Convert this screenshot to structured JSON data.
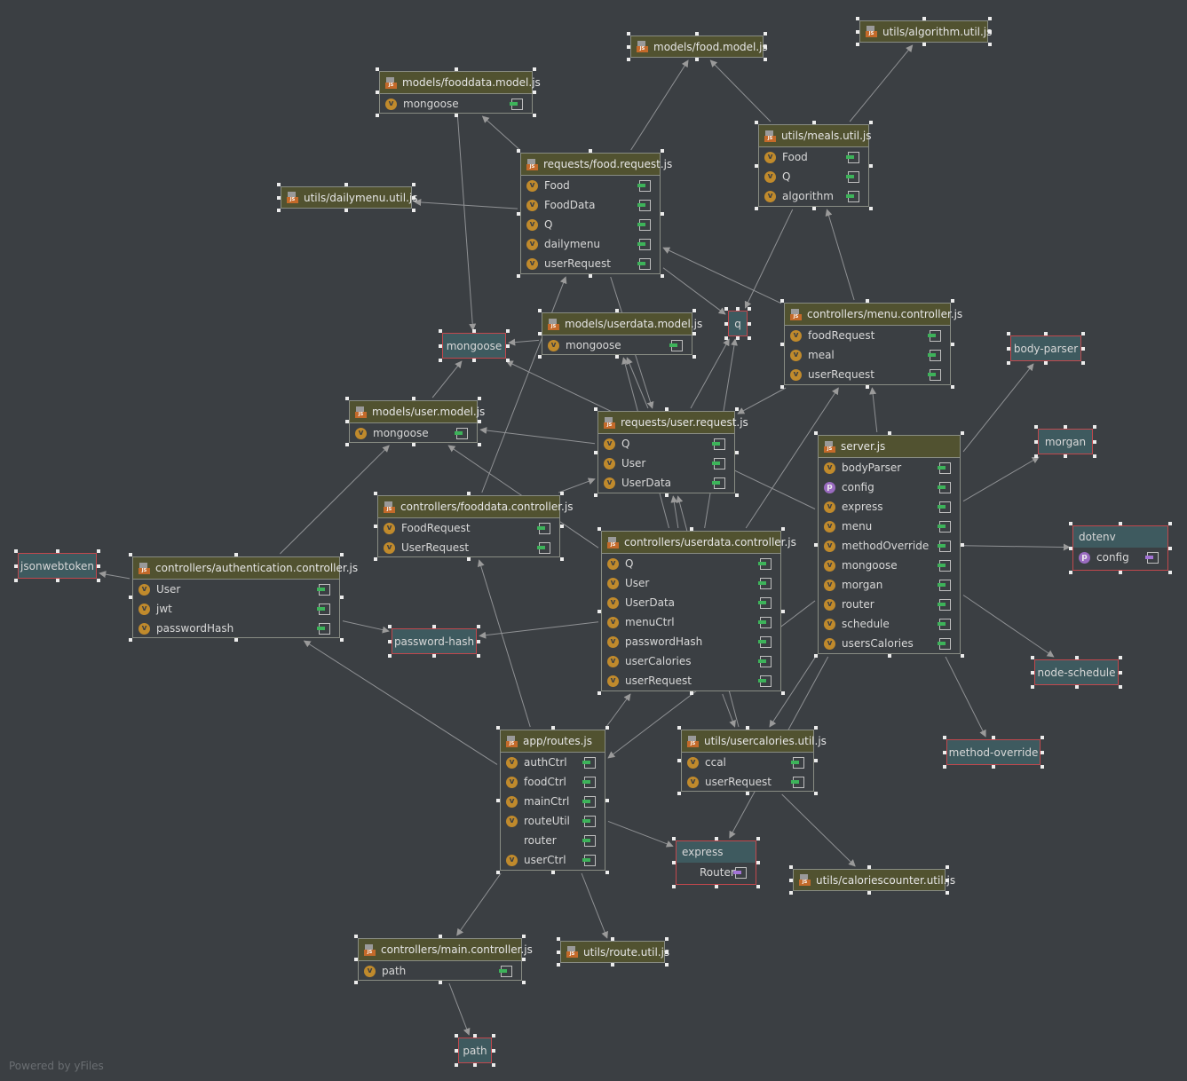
{
  "file_nodes": [
    {
      "id": "models-food-model",
      "title": "models/food.model.js",
      "members": []
    },
    {
      "id": "utils-algorithm-util",
      "title": "utils/algorithm.util.js",
      "members": []
    },
    {
      "id": "models-fooddata-model",
      "title": "models/fooddata.model.js",
      "members": [
        {
          "label": "mongoose",
          "badge": "v"
        }
      ]
    },
    {
      "id": "utils-meals-util",
      "title": "utils/meals.util.js",
      "members": [
        {
          "label": "Food",
          "badge": "v"
        },
        {
          "label": "Q",
          "badge": "v"
        },
        {
          "label": "algorithm",
          "badge": "v"
        }
      ]
    },
    {
      "id": "requests-food-request",
      "title": "requests/food.request.js",
      "members": [
        {
          "label": "Food",
          "badge": "v"
        },
        {
          "label": "FoodData",
          "badge": "v"
        },
        {
          "label": "Q",
          "badge": "v"
        },
        {
          "label": "dailymenu",
          "badge": "v"
        },
        {
          "label": "userRequest",
          "badge": "v"
        }
      ]
    },
    {
      "id": "utils-dailymenu-util",
      "title": "utils/dailymenu.util.js",
      "members": []
    },
    {
      "id": "models-userdata-model",
      "title": "models/userdata.model.js",
      "members": [
        {
          "label": "mongoose",
          "badge": "v"
        }
      ]
    },
    {
      "id": "controllers-menu-controller",
      "title": "controllers/menu.controller.js",
      "members": [
        {
          "label": "foodRequest",
          "badge": "v"
        },
        {
          "label": "meal",
          "badge": "v"
        },
        {
          "label": "userRequest",
          "badge": "v"
        }
      ]
    },
    {
      "id": "models-user-model",
      "title": "models/user.model.js",
      "members": [
        {
          "label": "mongoose",
          "badge": "v"
        }
      ]
    },
    {
      "id": "requests-user-request",
      "title": "requests/user.request.js",
      "members": [
        {
          "label": "Q",
          "badge": "v"
        },
        {
          "label": "User",
          "badge": "v"
        },
        {
          "label": "UserData",
          "badge": "v"
        }
      ]
    },
    {
      "id": "server",
      "title": "server.js",
      "members": [
        {
          "label": "bodyParser",
          "badge": "v"
        },
        {
          "label": "config",
          "badge": "p"
        },
        {
          "label": "express",
          "badge": "v"
        },
        {
          "label": "menu",
          "badge": "v"
        },
        {
          "label": "methodOverride",
          "badge": "v"
        },
        {
          "label": "mongoose",
          "badge": "v"
        },
        {
          "label": "morgan",
          "badge": "v"
        },
        {
          "label": "router",
          "badge": "v"
        },
        {
          "label": "schedule",
          "badge": "v"
        },
        {
          "label": "usersCalories",
          "badge": "v"
        }
      ]
    },
    {
      "id": "controllers-fooddata-controller",
      "title": "controllers/fooddata.controller.js",
      "members": [
        {
          "label": "FoodRequest",
          "badge": "v"
        },
        {
          "label": "UserRequest",
          "badge": "v"
        }
      ]
    },
    {
      "id": "controllers-userdata-controller",
      "title": "controllers/userdata.controller.js",
      "members": [
        {
          "label": "Q",
          "badge": "v"
        },
        {
          "label": "User",
          "badge": "v"
        },
        {
          "label": "UserData",
          "badge": "v"
        },
        {
          "label": "menuCtrl",
          "badge": "v"
        },
        {
          "label": "passwordHash",
          "badge": "v"
        },
        {
          "label": "userCalories",
          "badge": "v"
        },
        {
          "label": "userRequest",
          "badge": "v"
        }
      ]
    },
    {
      "id": "controllers-authentication-controller",
      "title": "controllers/authentication.controller.js",
      "members": [
        {
          "label": "User",
          "badge": "v"
        },
        {
          "label": "jwt",
          "badge": "v"
        },
        {
          "label": "passwordHash",
          "badge": "v"
        }
      ]
    },
    {
      "id": "app-routes",
      "title": "app/routes.js",
      "members": [
        {
          "label": "authCtrl",
          "badge": "v"
        },
        {
          "label": "foodCtrl",
          "badge": "v"
        },
        {
          "label": "mainCtrl",
          "badge": "v"
        },
        {
          "label": "routeUtil",
          "badge": "v"
        },
        {
          "label": "router",
          "badge": "none"
        },
        {
          "label": "userCtrl",
          "badge": "v"
        }
      ]
    },
    {
      "id": "utils-usercalories-util",
      "title": "utils/usercalories.util.js",
      "members": [
        {
          "label": "ccal",
          "badge": "v"
        },
        {
          "label": "userRequest",
          "badge": "v"
        }
      ]
    },
    {
      "id": "utils-caloriescounter-util",
      "title": "utils/caloriescounter.util.js",
      "members": []
    },
    {
      "id": "controllers-main-controller",
      "title": "controllers/main.controller.js",
      "members": [
        {
          "label": "path",
          "badge": "v"
        }
      ]
    },
    {
      "id": "utils-route-util",
      "title": "utils/route.util.js",
      "members": []
    }
  ],
  "module_nodes": [
    {
      "id": "mongoose",
      "title": "mongoose",
      "members": []
    },
    {
      "id": "q",
      "title": "q",
      "members": []
    },
    {
      "id": "body-parser",
      "title": "body-parser",
      "members": []
    },
    {
      "id": "morgan",
      "title": "morgan",
      "members": []
    },
    {
      "id": "dotenv",
      "title": "dotenv",
      "members": [
        {
          "label": "config",
          "badge": "p"
        }
      ]
    },
    {
      "id": "jsonwebtoken",
      "title": "jsonwebtoken",
      "members": []
    },
    {
      "id": "password-hash",
      "title": "password-hash",
      "members": []
    },
    {
      "id": "node-schedule",
      "title": "node-schedule",
      "members": []
    },
    {
      "id": "method-override",
      "title": "method-override",
      "members": []
    },
    {
      "id": "express",
      "title": "express",
      "members": [
        {
          "label": "Router",
          "badge": "none"
        }
      ]
    },
    {
      "id": "path",
      "title": "path",
      "members": []
    }
  ],
  "edges": [
    [
      "utils-meals-util",
      "models-food-model"
    ],
    [
      "utils-meals-util",
      "utils-algorithm-util"
    ],
    [
      "utils-meals-util",
      "q"
    ],
    [
      "requests-food-request",
      "models-food-model"
    ],
    [
      "requests-food-request",
      "models-fooddata-model"
    ],
    [
      "requests-food-request",
      "utils-dailymenu-util"
    ],
    [
      "requests-food-request",
      "q"
    ],
    [
      "requests-food-request",
      "requests-user-request"
    ],
    [
      "models-fooddata-model",
      "mongoose"
    ],
    [
      "models-userdata-model",
      "mongoose"
    ],
    [
      "models-user-model",
      "mongoose"
    ],
    [
      "controllers-menu-controller",
      "requests-food-request"
    ],
    [
      "controllers-menu-controller",
      "utils-meals-util"
    ],
    [
      "controllers-menu-controller",
      "requests-user-request"
    ],
    [
      "requests-user-request",
      "q"
    ],
    [
      "requests-user-request",
      "models-user-model"
    ],
    [
      "requests-user-request",
      "models-userdata-model"
    ],
    [
      "server",
      "mongoose"
    ],
    [
      "server",
      "body-parser"
    ],
    [
      "server",
      "morgan"
    ],
    [
      "server",
      "dotenv"
    ],
    [
      "server",
      "node-schedule"
    ],
    [
      "server",
      "method-override"
    ],
    [
      "server",
      "express"
    ],
    [
      "server",
      "controllers-menu-controller"
    ],
    [
      "server",
      "app-routes"
    ],
    [
      "server",
      "utils-usercalories-util"
    ],
    [
      "controllers-fooddata-controller",
      "requests-food-request"
    ],
    [
      "controllers-fooddata-controller",
      "requests-user-request"
    ],
    [
      "controllers-userdata-controller",
      "q"
    ],
    [
      "controllers-userdata-controller",
      "models-user-model"
    ],
    [
      "controllers-userdata-controller",
      "models-userdata-model"
    ],
    [
      "controllers-userdata-controller",
      "controllers-menu-controller"
    ],
    [
      "controllers-userdata-controller",
      "password-hash"
    ],
    [
      "controllers-userdata-controller",
      "utils-usercalories-util"
    ],
    [
      "controllers-userdata-controller",
      "requests-user-request"
    ],
    [
      "controllers-authentication-controller",
      "models-user-model"
    ],
    [
      "controllers-authentication-controller",
      "jsonwebtoken"
    ],
    [
      "controllers-authentication-controller",
      "password-hash"
    ],
    [
      "app-routes",
      "controllers-authentication-controller"
    ],
    [
      "app-routes",
      "controllers-fooddata-controller"
    ],
    [
      "app-routes",
      "controllers-userdata-controller"
    ],
    [
      "app-routes",
      "controllers-main-controller"
    ],
    [
      "app-routes",
      "utils-route-util"
    ],
    [
      "app-routes",
      "express"
    ],
    [
      "utils-usercalories-util",
      "requests-user-request"
    ],
    [
      "utils-usercalories-util",
      "utils-caloriescounter-util"
    ],
    [
      "controllers-main-controller",
      "path"
    ]
  ],
  "footer": {
    "powered_by": "Powered by yFiles"
  }
}
